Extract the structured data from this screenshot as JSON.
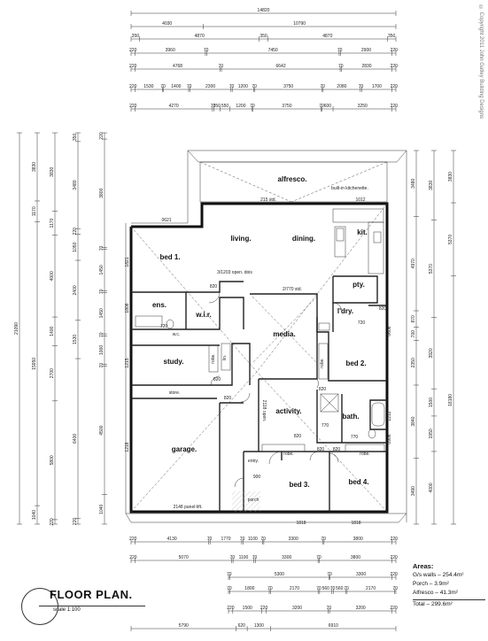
{
  "title": "FLOOR PLAN.",
  "scale": "scale 1:100",
  "copyright": "© Copyright 2011 John Gatley Building Designs",
  "rooms": {
    "alfresco": "alfresco.",
    "kitchenette": "built-in kitchenette.",
    "living": "living.",
    "dining": "dining.",
    "kit": "kit.",
    "bed1": "bed 1.",
    "pty": "pty.",
    "ens": "ens.",
    "wir": "w.i.r.",
    "ldry": "l'dry.",
    "media": "media.",
    "study": "study.",
    "bed2": "bed 2.",
    "store": "store.",
    "activity": "activity.",
    "bath": "bath.",
    "garage": "garage.",
    "entry": "entry.",
    "bed3": "bed 3.",
    "bed4": "bed 4.",
    "porch": "porch",
    "robe": "robe.",
    "wc": "w.c.",
    "linen": "lin."
  },
  "labels": {
    "top_opening": "215 std.",
    "kit_1012": "1012",
    "d0621": "0621",
    "d1821": "1821",
    "d1806": "1806",
    "d1215": "1215",
    "d1218": "1218",
    "d1212": "1212",
    "d0606": "0606",
    "d0906": "0906",
    "d820": "820",
    "d770": "770",
    "d720": "720",
    "d900": "900",
    "d1818": "1818",
    "sqdoors": "3/1203 open. dois",
    "std2770": "2/770 std.",
    "open2118": "2118 open.",
    "panel_lift": "2148 panel-lift."
  },
  "dims": {
    "top": [
      [
        "14820"
      ],
      [
        "4030",
        "10790"
      ],
      [
        "350",
        "4870",
        "350",
        "4870",
        "350"
      ],
      [
        "220",
        "3960",
        "70",
        "7450",
        "70",
        "2900",
        "220"
      ],
      [
        "220",
        "4768",
        "70",
        "6642",
        "70",
        "2830",
        "220"
      ],
      [
        "220",
        "1530",
        "70",
        "1400",
        "70",
        "2300",
        "70",
        "1200",
        "70",
        "3750",
        "70",
        "2080",
        "70",
        "1700",
        "220"
      ],
      [
        "220",
        "4270",
        "70",
        "350",
        "550",
        "1200",
        "70",
        "3750",
        "70",
        "600",
        "3250",
        "220"
      ]
    ],
    "left": [
      [
        "21090"
      ],
      [
        "3830",
        "1170",
        "15950",
        "1040"
      ],
      [
        "3830",
        "1170",
        "4000",
        "1400",
        "2700",
        "5800",
        "220"
      ],
      [
        "350",
        "3480",
        "220",
        "1050",
        "2400",
        "1530",
        "6400",
        "220"
      ],
      [
        "220",
        "3800",
        "70",
        "1450",
        "70",
        "1450",
        "70",
        "1000",
        "70",
        "4500",
        "1040"
      ]
    ],
    "right": [
      [
        "3480",
        "4970",
        "870",
        "700",
        "2350",
        "3840",
        "3490"
      ],
      [
        "3830",
        "5370",
        "3920",
        "1500",
        "1950",
        "4000"
      ],
      [
        "3830",
        "5370",
        "18180"
      ]
    ],
    "bottom": [
      [
        "220",
        "4130",
        "70",
        "1770",
        "70",
        "1100",
        "70",
        "3300",
        "70",
        "3800",
        "220"
      ],
      [
        "220",
        "5070",
        "70",
        "1100",
        "70",
        "3300",
        "70",
        "3800",
        "220"
      ],
      [
        "70",
        "5300",
        "70",
        "3300",
        "220"
      ],
      [
        "70",
        "1800",
        "70",
        "2170",
        "70",
        "560",
        "70",
        "560",
        "70",
        "2170",
        "70"
      ],
      [
        "220",
        "1500",
        "220",
        "3200",
        "70",
        "3200",
        "220"
      ],
      [
        "5790",
        "620",
        "1300",
        "6910"
      ]
    ]
  },
  "areas": {
    "title": "Areas:",
    "walls": "G/s walls – 254.4m²",
    "porch": "Porch – 3.9m²",
    "alfresco": "Alfresco – 41.3m²",
    "total": "Total – 299.6m²"
  }
}
